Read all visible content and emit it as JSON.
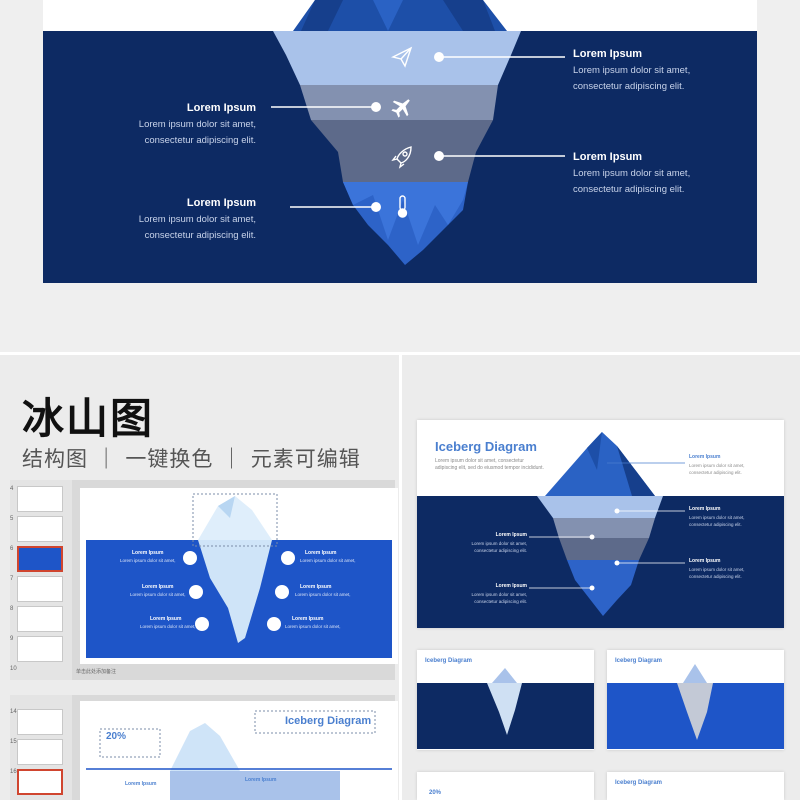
{
  "top_slide": {
    "items": [
      {
        "title": "Lorem Ipsum",
        "body1": "Lorem ipsum dolor sit amet,",
        "body2": "consectetur adipiscing elit."
      },
      {
        "title": "Lorem Ipsum",
        "body1": "Lorem ipsum dolor sit amet,",
        "body2": "consectetur adipiscing elit."
      },
      {
        "title": "Lorem Ipsum",
        "body1": "Lorem ipsum dolor sit amet,",
        "body2": "consectetur adipiscing elit."
      },
      {
        "title": "Lorem Ipsum",
        "body1": "Lorem ipsum dolor sit amet,",
        "body2": "consectetur adipiscing elit."
      }
    ],
    "icons": [
      "paper-plane-icon",
      "airplane-icon",
      "rocket-icon",
      "thermometer-icon"
    ]
  },
  "heading": {
    "title": "冰山图",
    "subtitle": "结构图 ｜ 一键换色 ｜ 元素可编辑"
  },
  "editor": {
    "thumb_numbers": [
      "4",
      "5",
      "6",
      "7",
      "8",
      "9",
      "10"
    ],
    "canvas_label": "Lorem Ipsum",
    "canvas_body": "Lorem ipsum dolor sit amet,",
    "status_text": "单击此处添加备注"
  },
  "editor2": {
    "thumb_numbers": [
      "14",
      "15",
      "16"
    ],
    "title": "Iceberg Diagram",
    "percent": "20%",
    "label": "Lorem Ipsum"
  },
  "preview": {
    "title": "Iceberg Diagram",
    "desc": "Lorem ipsum dolor sit amet, consectetur adipiscing elit, sed do eiusmod tempor incididunt.",
    "label": "Lorem Ipsum",
    "body1": "Lorem ipsum dolor sit amet,",
    "body2": "consectetur adipiscing elit."
  },
  "minis": {
    "title": "Iceberg Diagram",
    "percent": "20%"
  },
  "colors": {
    "navy": "#0d2a63",
    "royal_blue": "#1e55c8",
    "accent": "#4a7fcf"
  }
}
